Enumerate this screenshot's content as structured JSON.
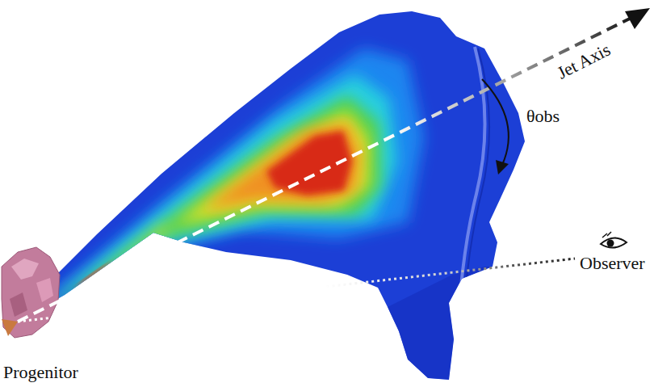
{
  "diagram": {
    "labels": [
      "Jet Axis",
      "θobs",
      "Observer",
      "Progenitor"
    ]
  }
}
